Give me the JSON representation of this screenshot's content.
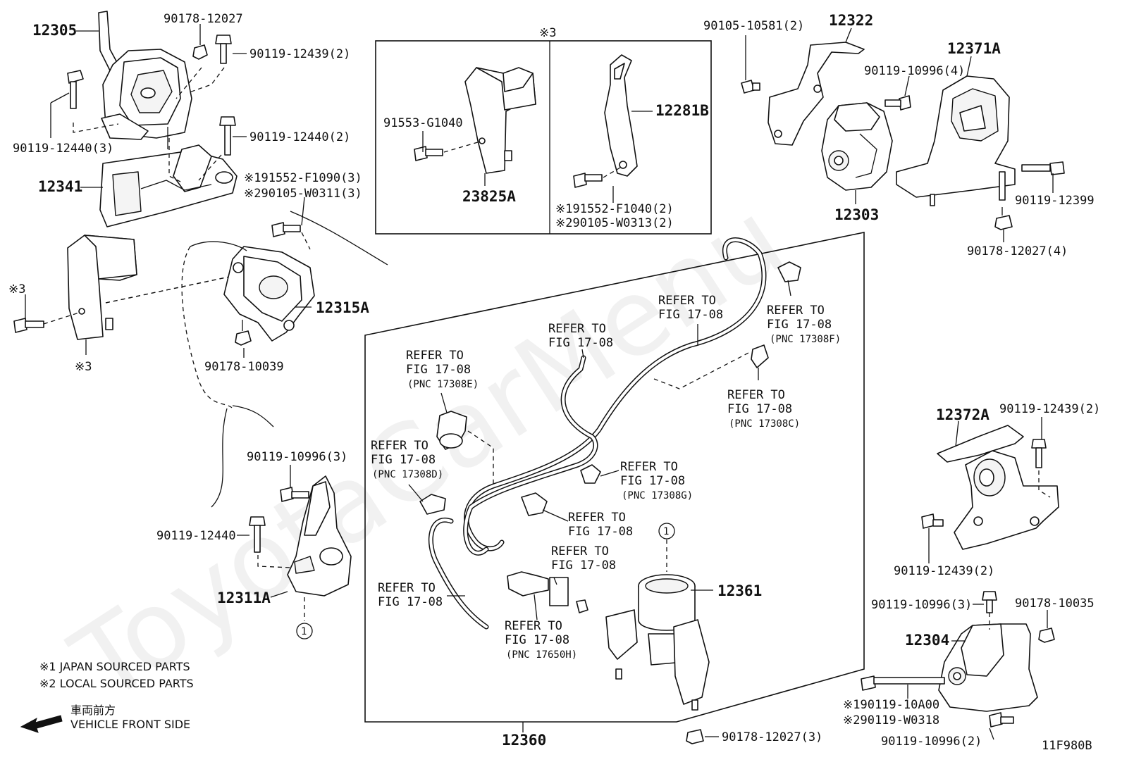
{
  "notes": {
    "j1": "※1 JAPAN SOURCED PARTS",
    "j2": "※2 LOCAL SOURCED PARTS",
    "front_jp": "車両前方",
    "front_en": "VEHICLE FRONT SIDE",
    "figure_code": "11F980B"
  },
  "watermark": "ToyotaCarMenu",
  "labels": {
    "p12305": "12305",
    "p90178_12027": "90178-12027",
    "p90119_12439_2a": "90119-12439(2)",
    "p90119_12440_3": "90119-12440(3)",
    "p90119_12440_2": "90119-12440(2)",
    "p12341": "12341",
    "p191552_f1090": "※191552-F1090(3)",
    "p290105_w0311": "※290105-W0311(3)",
    "p12315a": "12315A",
    "p90178_10039": "90178-10039",
    "mark3a": "※3",
    "mark3b": "※3",
    "mark3c": "※3",
    "p90119_10996_3a": "90119-10996(3)",
    "p90119_12440": "90119-12440",
    "p12311a": "12311A",
    "p91553_g1040": "91553-G1040",
    "p23825a": "23825A",
    "p12281b": "12281B",
    "p191552_f1040": "※191552-F1040(2)",
    "p290105_w0313": "※290105-W0313(2)",
    "p90105_10581": "90105-10581(2)",
    "p12322": "12322",
    "p90119_10996_4": "90119-10996(4)",
    "p12371a": "12371A",
    "p12303": "12303",
    "p90119_12399": "90119-12399",
    "p90178_12027_4": "90178-12027(4)",
    "p12372a": "12372A",
    "p90119_12439_2b": "90119-12439(2)",
    "p90119_12439_2c": "90119-12439(2)",
    "p90119_10996_3b": "90119-10996(3)",
    "p90178_10035": "90178-10035",
    "p12304": "12304",
    "p190119_10a00": "※190119-10A00",
    "p290119_w0318": "※290119-W0318",
    "p90119_10996_2": "90119-10996(2)",
    "p12361": "12361",
    "p12360": "12360",
    "p90178_12027_3": "90178-12027(3)",
    "circle1a": "1",
    "circle1b": "1"
  },
  "refs": {
    "refer_to": "REFER TO",
    "fig": "FIG 17-08",
    "pnc_e": "(PNC 17308E)",
    "pnc_d": "(PNC 17308D)",
    "pnc_f": "(PNC 17308F)",
    "pnc_c": "(PNC 17308C)",
    "pnc_g": "(PNC 17308G)",
    "pnc_h": "(PNC 17650H)"
  }
}
